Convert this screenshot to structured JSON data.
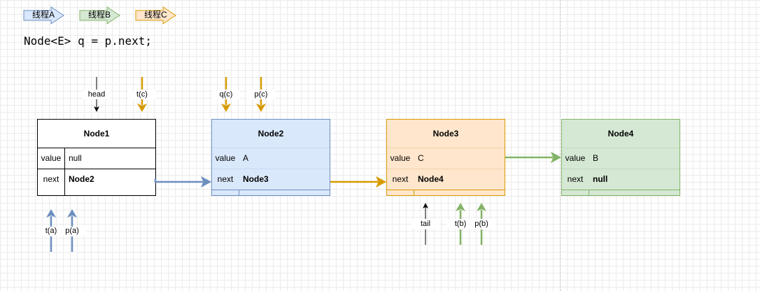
{
  "legend": [
    {
      "label": "线程A",
      "fill": "#dae8fc",
      "stroke": "#6c8ebf"
    },
    {
      "label": "线程B",
      "fill": "#d5e8d4",
      "stroke": "#82b366"
    },
    {
      "label": "线程C",
      "fill": "#ffe6cc",
      "stroke": "#d79b00"
    }
  ],
  "code_line": "Node<E> q = p.next;",
  "nodes": [
    {
      "title": "Node1",
      "value_key": "value",
      "value": "null",
      "next_key": "next",
      "next": "Node2",
      "fill": "#ffffff",
      "stroke": "#000000"
    },
    {
      "title": "Node2",
      "value_key": "value",
      "value": "A",
      "next_key": "next",
      "next": "Node3",
      "fill": "#dae8fc",
      "stroke": "#6c8ebf"
    },
    {
      "title": "Node3",
      "value_key": "value",
      "value": "C",
      "next_key": "next",
      "next": "Node4",
      "fill": "#ffe6cc",
      "stroke": "#d79b00"
    },
    {
      "title": "Node4",
      "value_key": "value",
      "value": "B",
      "next_key": "next",
      "next": "null",
      "fill": "#d5e8d4",
      "stroke": "#82b366"
    }
  ],
  "pointers": {
    "head": "head",
    "t_c": "t(c)",
    "q_c": "q(c)",
    "p_c": "p(c)",
    "t_a": "t(a)",
    "p_a": "p(a)",
    "tail": "tail",
    "t_b": "t(b)",
    "p_b": "p(b)"
  },
  "colors": {
    "thread_a": "#6c8ebf",
    "thread_b": "#82b366",
    "thread_c": "#d79b00",
    "neutral": "#000000"
  }
}
